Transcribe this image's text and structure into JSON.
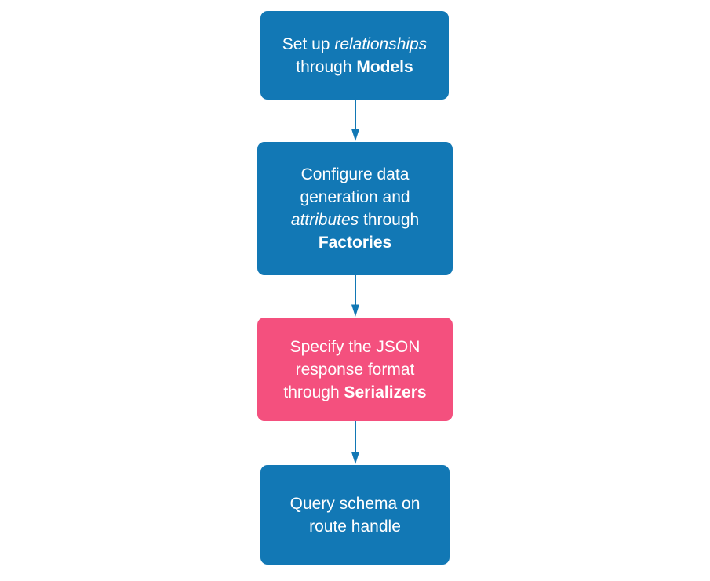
{
  "diagram": {
    "type": "flowchart",
    "direction": "top-down",
    "background": "#ffffff",
    "colors": {
      "node_blue": "#1278b5",
      "node_pink": "#f4507e",
      "text": "#ffffff",
      "arrow": "#1278b5"
    },
    "nodes": [
      {
        "id": "models",
        "bg": "#1278b5",
        "text": "Set up relationships through Models",
        "lines": [
          [
            {
              "t": "Set up "
            },
            {
              "t": "relationships",
              "i": true
            }
          ],
          [
            {
              "t": "through "
            },
            {
              "t": "Models",
              "b": true
            }
          ]
        ]
      },
      {
        "id": "factories",
        "bg": "#1278b5",
        "text": "Configure data generation and attributes through Factories",
        "lines": [
          [
            {
              "t": "Configure data"
            }
          ],
          [
            {
              "t": "generation and"
            }
          ],
          [
            {
              "t": "attributes",
              "i": true
            },
            {
              "t": " through"
            }
          ],
          [
            {
              "t": "Factories",
              "b": true
            }
          ]
        ]
      },
      {
        "id": "serializers",
        "bg": "#f4507e",
        "text": "Specify the JSON response format through Serializers",
        "lines": [
          [
            {
              "t": "Specify the JSON"
            }
          ],
          [
            {
              "t": "response format"
            }
          ],
          [
            {
              "t": "through "
            },
            {
              "t": "Serializers",
              "b": true
            }
          ]
        ]
      },
      {
        "id": "route-handle",
        "bg": "#1278b5",
        "text": "Query schema on route handle",
        "lines": [
          [
            {
              "t": "Query schema on"
            }
          ],
          [
            {
              "t": "route handle"
            }
          ]
        ]
      }
    ],
    "edges": [
      {
        "from": "models",
        "to": "factories"
      },
      {
        "from": "factories",
        "to": "serializers"
      },
      {
        "from": "serializers",
        "to": "route-handle"
      }
    ]
  }
}
